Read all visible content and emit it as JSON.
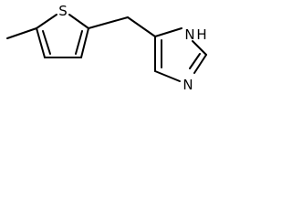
{
  "molecule": {
    "atoms": {
      "thiophene_sulfur": "S",
      "imidazole_nh": "N",
      "imidazole_nh_hydrogen": "H",
      "imidazole_n": "N"
    }
  }
}
